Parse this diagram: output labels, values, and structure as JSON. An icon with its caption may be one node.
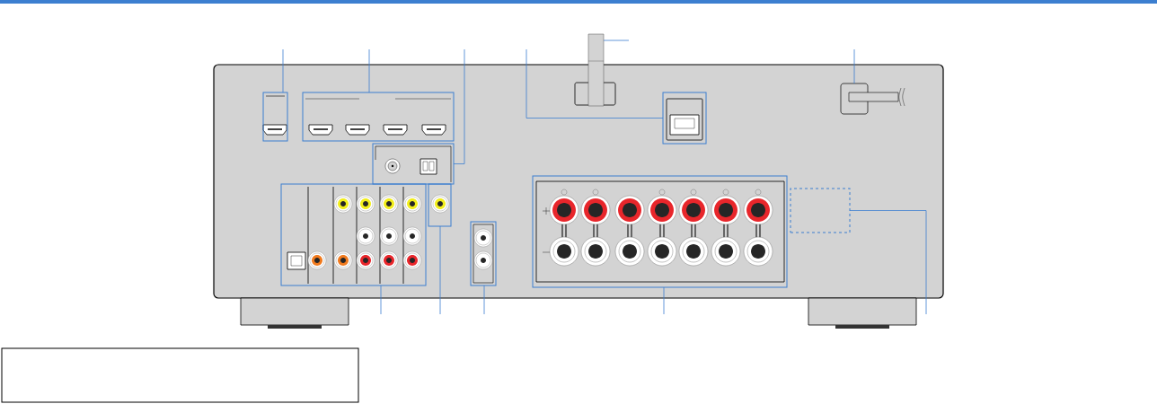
{
  "diagram": {
    "nodes": [
      {
        "text": [],
        "shape": "box"
      },
      {
        "text": [],
        "shape": "box"
      },
      {
        "text": [],
        "shape": "antenna"
      },
      {
        "text": [],
        "shape": "box"
      },
      {
        "text": [],
        "shape": "cable"
      },
      {
        "text": [],
        "shape": "box"
      },
      {
        "text": [],
        "shape": "box"
      },
      {
        "text": [],
        "shape": "box"
      },
      {
        "text": [],
        "shape": "box"
      },
      {
        "text": [],
        "shape": "box"
      },
      {
        "text": [],
        "shape": "box"
      },
      {
        "text": [],
        "shape": "box"
      }
    ],
    "edges": [
      {
        "from": null,
        "to": 0,
        "arrow": "none"
      },
      {
        "from": null,
        "to": 1,
        "arrow": "none"
      },
      {
        "from": null,
        "to": 5,
        "arrow": "none"
      },
      {
        "from": null,
        "to": 3,
        "arrow": "none"
      },
      {
        "from": null,
        "to": 2,
        "arrow": "none"
      },
      {
        "from": null,
        "to": 4,
        "arrow": "none"
      },
      {
        "from": null,
        "to": 6,
        "arrow": "none"
      },
      {
        "from": null,
        "to": 7,
        "arrow": "none"
      },
      {
        "from": null,
        "to": 8,
        "arrow": "none"
      },
      {
        "from": null,
        "to": 9,
        "arrow": "none"
      },
      {
        "from": null,
        "to": 10,
        "arrow": "none"
      }
    ]
  }
}
